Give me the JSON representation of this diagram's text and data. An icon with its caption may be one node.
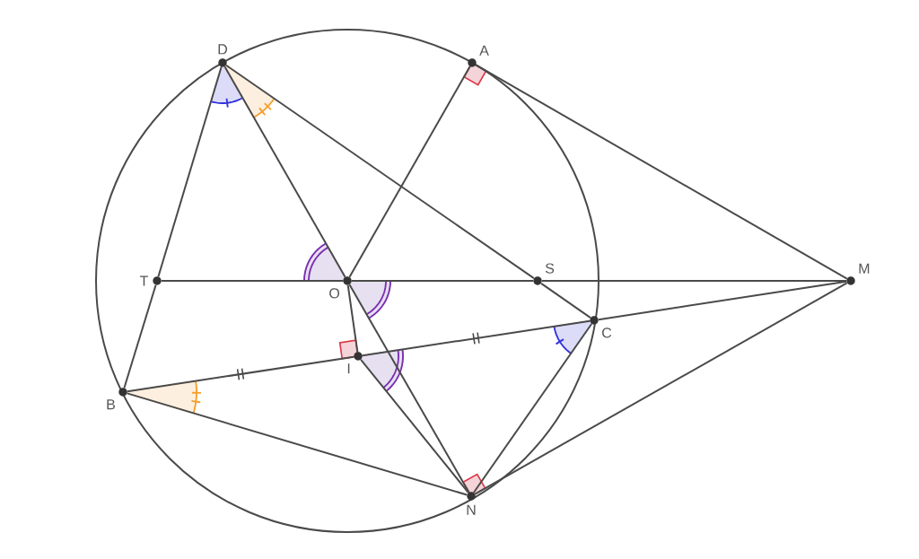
{
  "diagram": {
    "nodes": [
      {
        "text": [
          "D"
        ]
      },
      {
        "text": [
          "A"
        ]
      },
      {
        "text": [
          "T"
        ]
      },
      {
        "text": [
          "O"
        ]
      },
      {
        "text": [
          "S"
        ]
      },
      {
        "text": [
          "M"
        ]
      },
      {
        "text": [
          "C"
        ]
      },
      {
        "text": [
          "I"
        ]
      },
      {
        "text": [
          "B"
        ]
      },
      {
        "text": [
          "N"
        ]
      }
    ],
    "edges": [
      {
        "from": 0,
        "to": 2,
        "arrow": "none"
      },
      {
        "from": 2,
        "to": 8,
        "arrow": "none"
      },
      {
        "from": 2,
        "to": 3,
        "arrow": "none"
      },
      {
        "from": 3,
        "to": 4,
        "arrow": "none"
      },
      {
        "from": 4,
        "to": 5,
        "arrow": "none"
      },
      {
        "from": 0,
        "to": 3,
        "arrow": "none"
      },
      {
        "from": 3,
        "to": 1,
        "arrow": "none"
      },
      {
        "from": 1,
        "to": 5,
        "arrow": "none"
      },
      {
        "from": 0,
        "to": 4,
        "arrow": "none"
      },
      {
        "from": 4,
        "to": 6,
        "arrow": "none"
      },
      {
        "from": 3,
        "to": 7,
        "arrow": "none"
      },
      {
        "from": 3,
        "to": 9,
        "arrow": "none"
      },
      {
        "from": 7,
        "to": 9,
        "arrow": "none"
      },
      {
        "from": 8,
        "to": 7,
        "arrow": "none"
      },
      {
        "from": 7,
        "to": 6,
        "arrow": "none"
      },
      {
        "from": 6,
        "to": 5,
        "arrow": "none"
      },
      {
        "from": 8,
        "to": 9,
        "arrow": "none"
      },
      {
        "from": 6,
        "to": 9,
        "arrow": "none"
      },
      {
        "from": 9,
        "to": 5,
        "arrow": "none"
      }
    ]
  }
}
